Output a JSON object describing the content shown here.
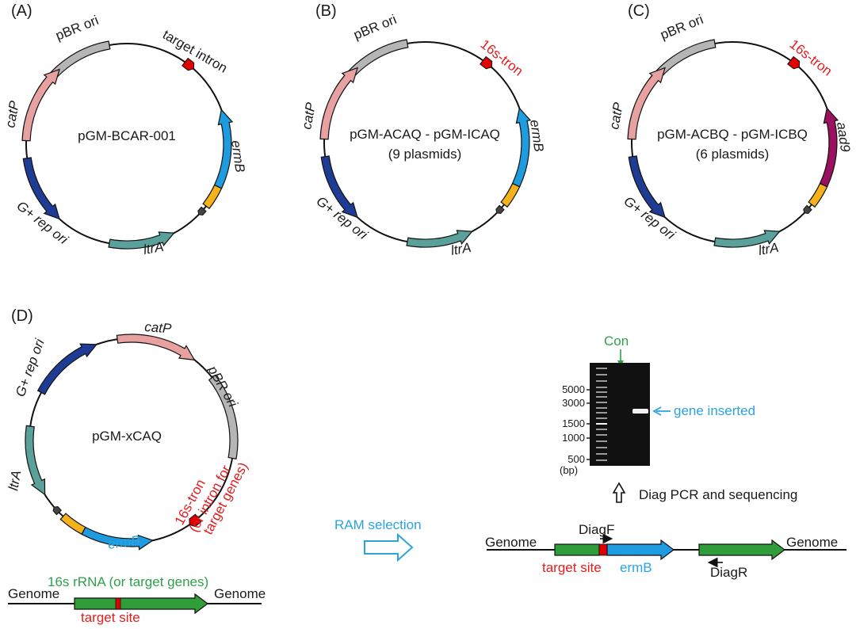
{
  "panels": {
    "A": {
      "label": "(A)",
      "center_title": "pGM-BCAR-001",
      "center_sub": "",
      "features": {
        "pbr": "pBR ori",
        "intron": "target intron",
        "ermb": "ermB",
        "ltra": "ltrA",
        "grep": "G+ rep ori",
        "catp": "catP"
      }
    },
    "B": {
      "label": "(B)",
      "center_title": "pGM-ACAQ - pGM-ICAQ",
      "center_sub": "(9 plasmids)",
      "features": {
        "pbr": "pBR ori",
        "intron": "16s-tron",
        "ermb": "ermB",
        "ltra": "ltrA",
        "grep": "G+ rep ori",
        "catp": "catP"
      }
    },
    "C": {
      "label": "(C)",
      "center_title": "pGM-ACBQ - pGM-ICBQ",
      "center_sub": "(6 plasmids)",
      "features": {
        "pbr": "pBR ori",
        "intron": "16s-tron",
        "ermb": "aad9",
        "ltra": "ltrA",
        "grep": "G+ rep ori",
        "catp": "catP"
      }
    },
    "D": {
      "label": "(D)",
      "center_title": "pGM-xCAQ",
      "features": {
        "grep": "G+ rep ori",
        "catp": "catP",
        "pbr": "pBR ori",
        "intron_line1": "16s-tron",
        "intron_line2": "(or intron for",
        "intron_line3": "target genes)",
        "ermb": "ermB",
        "ltra": "ltrA"
      }
    }
  },
  "genome_left": {
    "gene_label": "16s rRNA (or target genes)",
    "genome_left": "Genome",
    "genome_right": "Genome",
    "target_site": "target site"
  },
  "selection": {
    "label": "RAM selection"
  },
  "gel": {
    "control_label": "Con",
    "ladder": [
      "5000",
      "3000",
      "1500",
      "1000",
      "500"
    ],
    "unit": "(bp)",
    "band_label": "gene inserted",
    "pcr_label": "Diag PCR and sequencing"
  },
  "genome_right": {
    "genome_left": "Genome",
    "genome_right": "Genome",
    "diag_f": "DiagF",
    "diag_r": "DiagR",
    "target_site": "target site",
    "ermb": "ermB"
  },
  "colors": {
    "pbr_ori": "#b5b5b5",
    "intron": "#e00000",
    "ermb": "#1f9be0",
    "aad9": "#9b1060",
    "promoter": "#f5b21a",
    "ltra": "#5aa09b",
    "grep": "#1f3c94",
    "catp": "#e7a1a0",
    "genome_gene": "#2f9e3a",
    "red_text": "#e31c1c",
    "blue_text": "#2aa3e0",
    "green_text": "#2fa04a"
  }
}
